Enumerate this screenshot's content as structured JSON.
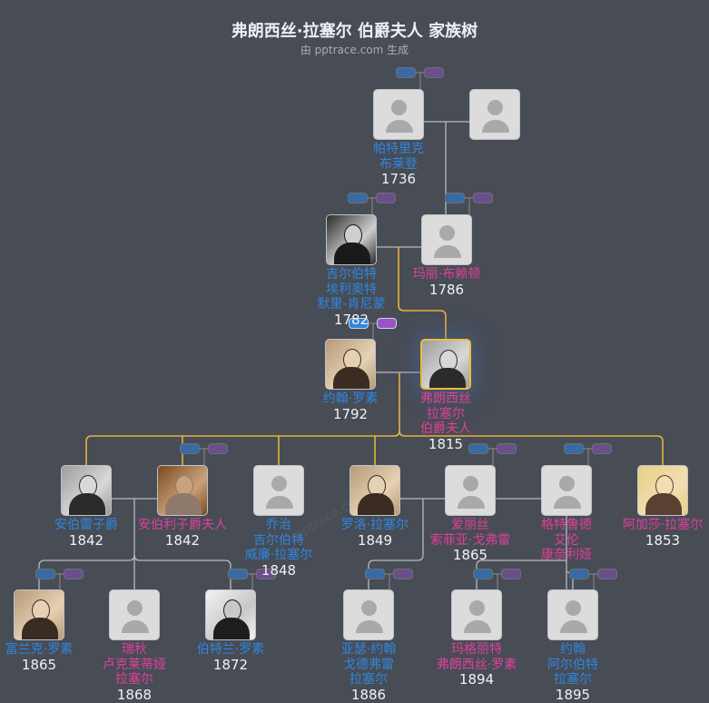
{
  "title": "弗朗西丝·拉塞尔 伯爵夫人 家族树",
  "subtitle": "由 pptrace.com 生成",
  "watermark": "pptrace.com",
  "colors": {
    "male": "#2f86e0",
    "female": "#e0409a",
    "focus_border": "#f1b93a",
    "line": "#b9bcc0",
    "line_highlight": "#e7b23a",
    "tag_blue": "#3a6aa3",
    "tag_purple": "#6b4f8a",
    "tag_blue_active": "#2f86e0",
    "tag_purple_active": "#9a55c5"
  },
  "people": [
    {
      "id": "patrick",
      "name": [
        "帕特里克",
        "布莱登"
      ],
      "year": "1736",
      "gender": "male",
      "photo": "none"
    },
    {
      "id": "patrick-spouse",
      "name": [],
      "year": "",
      "gender": "female",
      "photo": "none"
    },
    {
      "id": "gilbert",
      "name": [
        "吉尔伯特",
        "埃利奥特",
        "默里-肯尼蒙"
      ],
      "year": "1782",
      "gender": "male",
      "photo": "engraving"
    },
    {
      "id": "mary",
      "name": [
        "玛丽·布赖顿"
      ],
      "year": "1786",
      "gender": "female",
      "photo": "none"
    },
    {
      "id": "john-russell",
      "name": [
        "约翰·罗素"
      ],
      "year": "1792",
      "gender": "male",
      "photo": "sepia"
    },
    {
      "id": "frances",
      "name": [
        "弗朗西丝",
        "拉塞尔",
        "伯爵夫人"
      ],
      "year": "1815",
      "gender": "female",
      "photo": "gray",
      "focus": true
    },
    {
      "id": "amberley",
      "name": [
        "安伯雷子爵"
      ],
      "year": "1842",
      "gender": "male",
      "photo": "gray"
    },
    {
      "id": "lady-amberley",
      "name": [
        "安伯利子爵夫人"
      ],
      "year": "1842",
      "gender": "female",
      "photo": "brown"
    },
    {
      "id": "george",
      "name": [
        "乔治",
        "吉尔伯特",
        "威廉·拉塞尔"
      ],
      "year": "1848",
      "gender": "male",
      "photo": "none"
    },
    {
      "id": "rollo",
      "name": [
        "罗洛·拉塞尔"
      ],
      "year": "1849",
      "gender": "male",
      "photo": "sepia"
    },
    {
      "id": "alice",
      "name": [
        "爱丽丝",
        "索菲亚·戈弗雷"
      ],
      "year": "1865",
      "gender": "female",
      "photo": "none"
    },
    {
      "id": "gertrude",
      "name": [
        "格特鲁德",
        "艾伦",
        "康奈利娅"
      ],
      "year": "",
      "gender": "female",
      "photo": "none"
    },
    {
      "id": "agatha",
      "name": [
        "阿加莎·拉塞尔"
      ],
      "year": "1853",
      "gender": "female",
      "photo": "yellow"
    },
    {
      "id": "frank",
      "name": [
        "富兰克·罗素"
      ],
      "year": "1865",
      "gender": "male",
      "photo": "sepia"
    },
    {
      "id": "rachel",
      "name": [
        "瑞秋",
        "卢克莱蒂娅",
        "拉塞尔"
      ],
      "year": "1868",
      "gender": "female",
      "photo": "none"
    },
    {
      "id": "bertrand",
      "name": [
        "伯特兰·罗素"
      ],
      "year": "1872",
      "gender": "male",
      "photo": "bw"
    },
    {
      "id": "arthur",
      "name": [
        "亚瑟·约翰",
        "戈德弗雷",
        "拉塞尔"
      ],
      "year": "1886",
      "gender": "male",
      "photo": "none"
    },
    {
      "id": "margaret",
      "name": [
        "玛格丽特",
        "弗朗西丝·罗素"
      ],
      "year": "1894",
      "gender": "female",
      "photo": "none"
    },
    {
      "id": "john",
      "name": [
        "约翰",
        "阿尔伯特",
        "拉塞尔"
      ],
      "year": "1895",
      "gender": "male",
      "photo": "none"
    }
  ]
}
